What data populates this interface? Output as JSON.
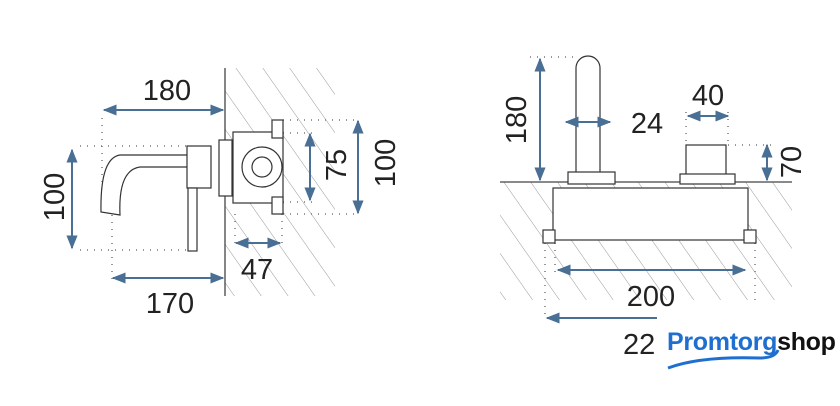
{
  "side_view": {
    "dims": {
      "width_total": "180",
      "projection": "170",
      "height_left": "100",
      "box_height": "75",
      "height_right": "100",
      "depth": "47"
    }
  },
  "front_view": {
    "dims": {
      "spout_height": "180",
      "spout_diameter": "24",
      "handle_diameter": "40",
      "handle_height": "70",
      "box_width": "200",
      "overall_width": "22"
    }
  },
  "logo": {
    "part1": "Promtorg",
    "part2": "shop"
  },
  "colors": {
    "arrow": "#4a6f94",
    "line": "#333333",
    "hatch": "#888888",
    "logo_blue": "#1f6fd0"
  }
}
